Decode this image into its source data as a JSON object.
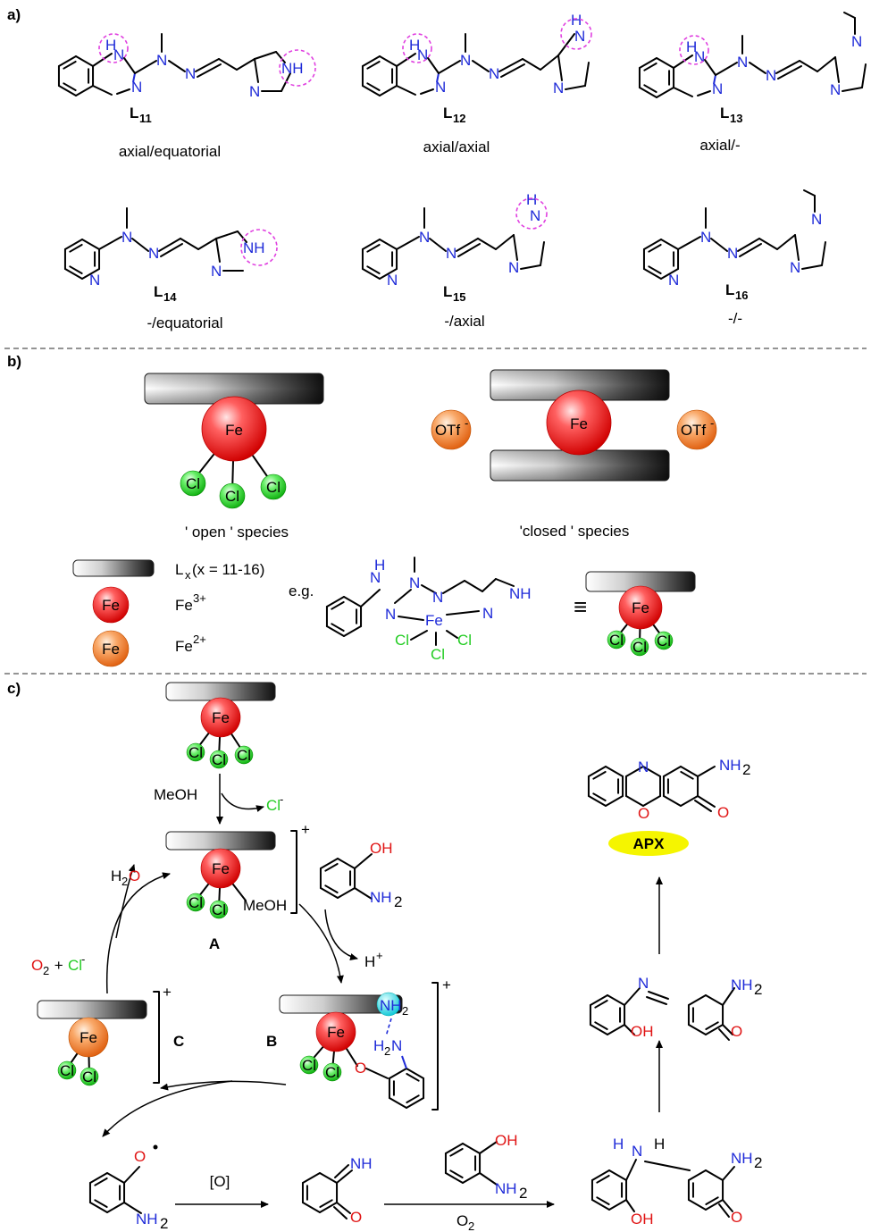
{
  "panels": {
    "a": "a)",
    "b": "b)",
    "c": "c)"
  },
  "ligands": [
    {
      "name": "L",
      "sub": "11",
      "desc": "axial/equatorial"
    },
    {
      "name": "L",
      "sub": "12",
      "desc": "axial/axial"
    },
    {
      "name": "L",
      "sub": "13",
      "desc": "axial/-"
    },
    {
      "name": "L",
      "sub": "14",
      "desc": "-/equatorial"
    },
    {
      "name": "L",
      "sub": "15",
      "desc": "-/axial"
    },
    {
      "name": "L",
      "sub": "16",
      "desc": "-/-"
    }
  ],
  "atoms": {
    "N": "N",
    "H": "H",
    "NH": "NH",
    "O": "O",
    "OH": "OH",
    "NH2": "NH",
    "two": "2"
  },
  "panel_b": {
    "fe": "Fe",
    "cl": "Cl",
    "otf": "OTf",
    "otf_charge": "-",
    "open_label": "' open ' species",
    "closed_label": "'closed ' species",
    "legend_lx": "L",
    "legend_lx_sub": "x",
    "legend_lx_rest": " (x = 11-16)",
    "legend_fe3": "Fe",
    "legend_fe3_sup": "3+",
    "legend_fe2": "Fe",
    "legend_fe2_sup": "2+",
    "eg": "e.g.",
    "equiv": "≡"
  },
  "panel_c": {
    "meoh": "MeOH",
    "cl_minus": "Cl",
    "minus": "-",
    "plus": "+",
    "h2o_h": "H",
    "h2o_2": "2",
    "h2o_o": "O",
    "o2": "O",
    "o2_sub": "2",
    "o2_plus": " + ",
    "h_plus": "H",
    "label_a": "A",
    "label_b": "B",
    "label_c": "C",
    "oxidant": "[O]",
    "apx": "APX",
    "o2_bottom": "O",
    "o2_bottom_sub": "2"
  },
  "colors": {
    "fe3": "#ee1c1c",
    "fe2": "#f79040",
    "cl": "#22dd22",
    "otf": "#f79040",
    "apx": "#f5f500",
    "nh2_highlight": "#22dddd",
    "circle": "#e040e0"
  }
}
